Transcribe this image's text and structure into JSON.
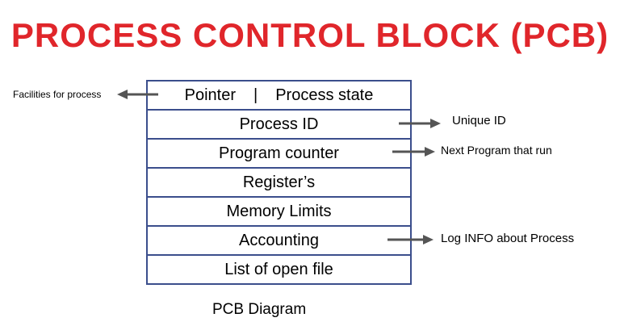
{
  "title": "PROCESS CONTROL BLOCK (PCB)",
  "pcb": {
    "row_pointer": "Pointer",
    "row_separator": "|",
    "row_process_state": "Process state",
    "row_process_id": "Process ID",
    "row_program_counter": "Program counter",
    "row_registers": "Register’s",
    "row_memory_limits": "Memory Limits",
    "row_accounting": "Accounting",
    "row_open_files": "List of open file"
  },
  "annotations": {
    "facilities": "Facilities for process",
    "unique_id": "Unique ID",
    "next_program": "Next Program that run",
    "log_info": "Log INFO about Process"
  },
  "caption": "PCB Diagram",
  "colors": {
    "title": "#e0262b",
    "table_border": "#3b4e8c",
    "arrow": "#555555"
  }
}
